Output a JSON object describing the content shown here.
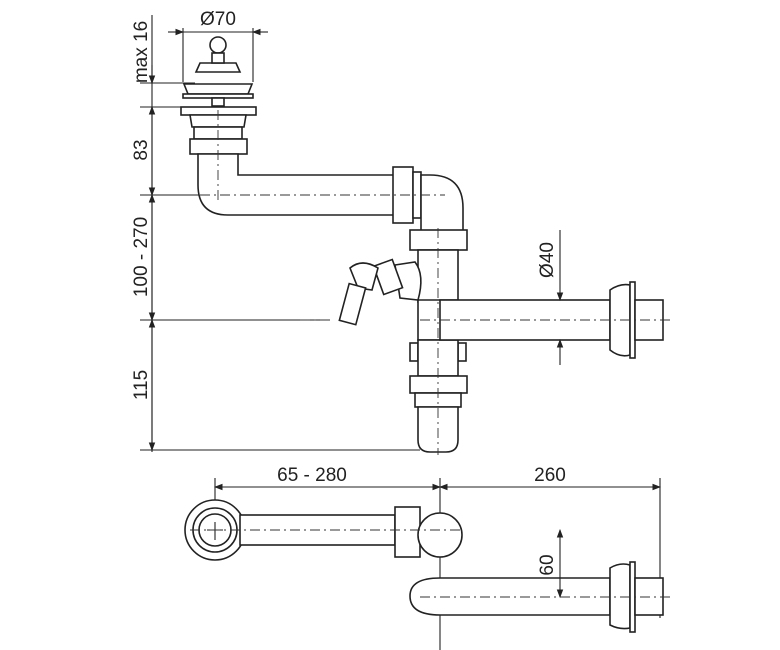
{
  "title": "Sink siphon with washing machine connector - dimension drawing",
  "dimensions": {
    "outlet_diameter": "Ø70",
    "plug_height": "max 16",
    "waste_height": "83",
    "adjustable_height": "100 - 270",
    "trap_depth": "115",
    "pipe_diameter": "Ø40",
    "horizontal_reach": "65 - 280",
    "wall_distance": "260",
    "offset": "60"
  },
  "colors": {
    "line": "#222222",
    "background": "#ffffff"
  }
}
